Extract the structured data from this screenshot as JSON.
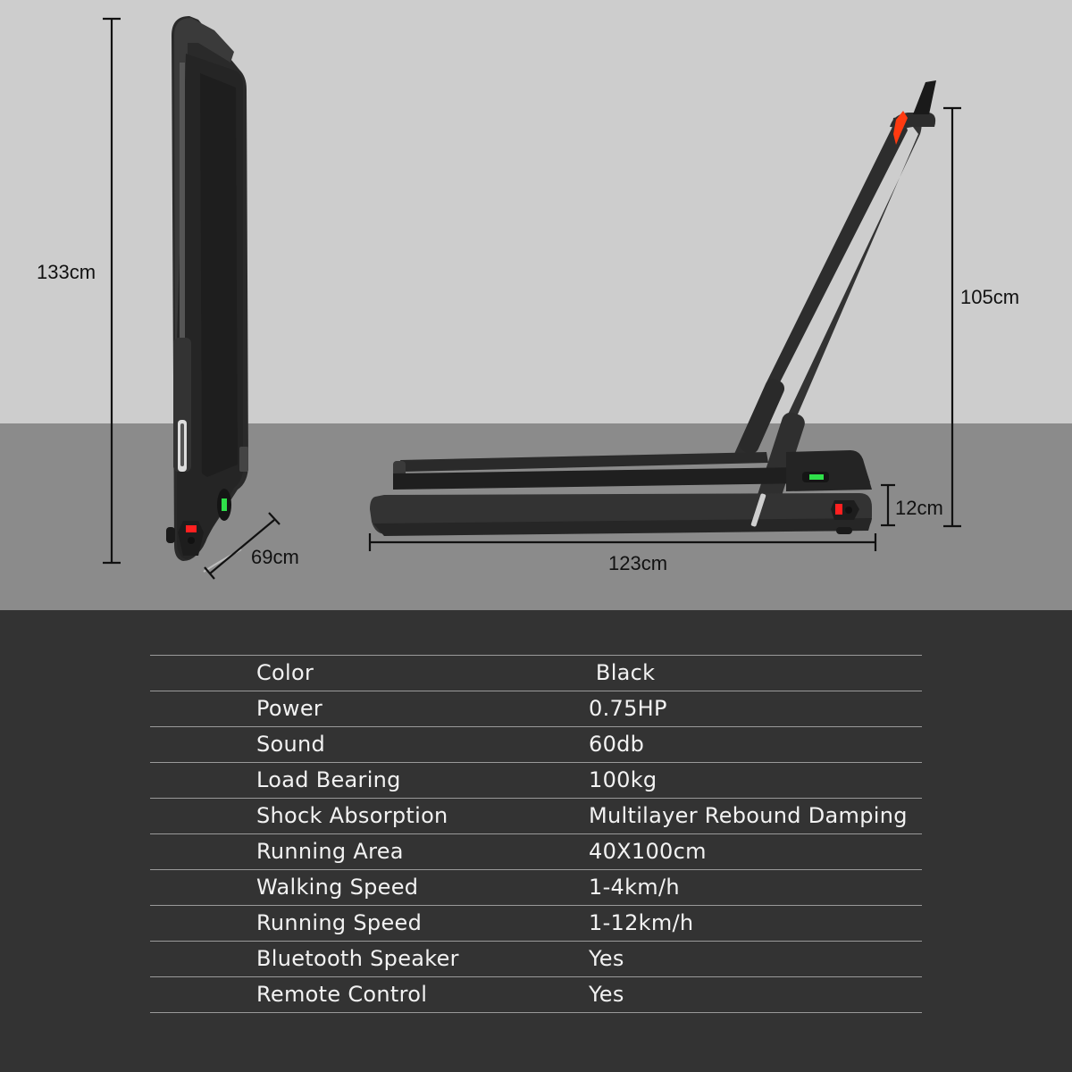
{
  "dimensions": {
    "folded_height": "133cm",
    "folded_depth": "69cm",
    "handle_height": "105cm",
    "deck_height": "12cm",
    "length": "123cm"
  },
  "specs": [
    {
      "label": "Color",
      "value": " Black"
    },
    {
      "label": "Power",
      "value": "0.75HP"
    },
    {
      "label": "Sound",
      "value": "60db"
    },
    {
      "label": "Load Bearing",
      "value": "100kg"
    },
    {
      "label": "Shock Absorption",
      "value": "Multilayer Rebound Damping"
    },
    {
      "label": "Running Area",
      "value": "40X100cm"
    },
    {
      "label": "Walking Speed",
      "value": "1-4km/h"
    },
    {
      "label": "Running Speed",
      "value": "1-12km/h"
    },
    {
      "label": "Bluetooth Speaker",
      "value": "Yes"
    },
    {
      "label": "Remote Control",
      "value": "Yes"
    }
  ],
  "colors": {
    "wall": "#cdcdcd",
    "floor": "#8b8b8b",
    "spec_background": "#333333",
    "product": "#2e2e2e",
    "display_green": "#2fe04a",
    "switch_red": "#ff2020",
    "lever_orange": "#ff3a10"
  }
}
